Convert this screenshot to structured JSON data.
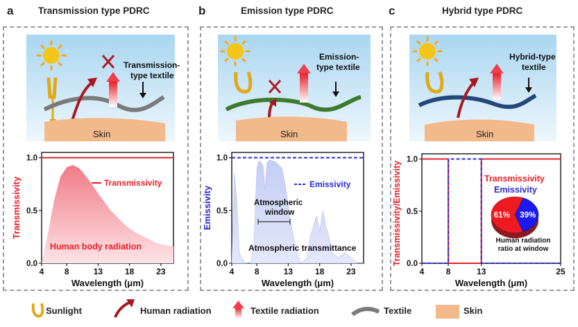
{
  "panels": [
    {
      "letter": "a",
      "title": "Transmission type PDRC",
      "textile_label_1": "Transmission-",
      "textile_label_2": "type textile",
      "skin_label": "Skin"
    },
    {
      "letter": "b",
      "title": "Emission type PDRC",
      "textile_label_1": "Emission-",
      "textile_label_2": "type textile",
      "skin_label": "Skin"
    },
    {
      "letter": "c",
      "title": "Hybrid type PDRC",
      "textile_label_1": "Hybrid-type",
      "textile_label_2": "textile",
      "skin_label": "Skin"
    }
  ],
  "colors": {
    "red": "#e8202a",
    "blue": "#2a2ad0",
    "skin": "#f2b98b",
    "sky": "#cfe6f7",
    "gray_textile": "#7a7a7a",
    "green_textile": "#3e7a2e",
    "blue_textile": "#24477a",
    "sun": "#f5c518"
  },
  "chart_data": [
    {
      "type": "area",
      "xlabel": "Wavelength (μm)",
      "ylabel": "Transmissivity",
      "xticks": [
        "4",
        "8",
        "13",
        "18",
        "23"
      ],
      "yticks": [
        "0.0",
        "0.5",
        "1.0"
      ],
      "xlim": [
        4,
        25
      ],
      "ylim": [
        0,
        1.05
      ],
      "series": [
        {
          "name": "Transmissivity",
          "x": [
            4,
            25
          ],
          "y": [
            1.0,
            1.0
          ]
        },
        {
          "name": "Human body radiation",
          "x": [
            4,
            5,
            6,
            7,
            8,
            9,
            10,
            11,
            12,
            13,
            14,
            15,
            16,
            17,
            18,
            19,
            20,
            21,
            22,
            23,
            24,
            25
          ],
          "y": [
            0.0,
            0.28,
            0.6,
            0.82,
            0.91,
            0.93,
            0.9,
            0.83,
            0.75,
            0.66,
            0.58,
            0.5,
            0.44,
            0.38,
            0.33,
            0.29,
            0.26,
            0.23,
            0.2,
            0.18,
            0.17,
            0.16
          ]
        }
      ]
    },
    {
      "type": "area",
      "xlabel": "Wavelength (μm)",
      "ylabel": "Emissivity",
      "xticks": [
        "4",
        "8",
        "13",
        "18",
        "23"
      ],
      "yticks": [
        "0.0",
        "0.5",
        "1.0"
      ],
      "xlim": [
        4,
        25
      ],
      "ylim": [
        0,
        1.05
      ],
      "series": [
        {
          "name": "Emissivity",
          "x": [
            4,
            25
          ],
          "y": [
            1.0,
            1.0
          ]
        },
        {
          "name": "Atmospheric transmittance",
          "x": [
            4,
            4.4,
            4.8,
            5.2,
            5.6,
            6,
            6.5,
            7,
            7.5,
            8,
            8.3,
            8.6,
            9,
            9.3,
            9.6,
            10,
            10.5,
            11,
            11.5,
            12,
            12.5,
            13,
            13.5,
            14,
            14.5,
            15,
            16,
            16.5,
            17,
            17.5,
            18,
            18.5,
            19,
            19.5,
            20,
            21,
            22,
            23,
            24,
            25
          ],
          "y": [
            0.0,
            0.85,
            0.6,
            0.1,
            0.05,
            0.02,
            0.0,
            0.0,
            0.15,
            0.9,
            0.97,
            0.96,
            0.92,
            0.7,
            0.95,
            0.98,
            0.97,
            0.96,
            0.93,
            0.9,
            0.75,
            0.55,
            0.35,
            0.2,
            0.08,
            0.0,
            0.05,
            0.25,
            0.35,
            0.45,
            0.3,
            0.5,
            0.35,
            0.25,
            0.1,
            0.05,
            0.1,
            0.05,
            0.0,
            0.0
          ]
        }
      ],
      "annotations": [
        "Atmospheric",
        "window"
      ]
    },
    {
      "type": "line",
      "xlabel": "Wavelength (μm)",
      "ylabel": "Transmissivity/Emissivity",
      "xticks": [
        "4",
        "8",
        "13",
        "25"
      ],
      "yticks": [
        "0.0",
        "0.5",
        "1.0"
      ],
      "xlim": [
        4,
        25
      ],
      "ylim": [
        0,
        1.05
      ],
      "series": [
        {
          "name": "Transmissivity",
          "x": [
            4,
            8,
            8,
            13,
            13,
            25
          ],
          "y": [
            1.0,
            1.0,
            0.0,
            0.0,
            1.0,
            1.0
          ]
        },
        {
          "name": "Emissivity",
          "x": [
            4,
            8,
            8,
            13,
            13,
            25
          ],
          "y": [
            0.0,
            0.0,
            1.0,
            1.0,
            0.0,
            0.0
          ]
        }
      ],
      "pie": {
        "values": [
          39,
          61
        ],
        "labels": [
          "39%",
          "61%"
        ],
        "caption_1": "Human radiation",
        "caption_2": "ratio at window"
      }
    }
  ],
  "legend": [
    {
      "label": "Sunlight"
    },
    {
      "label": "Human radiation"
    },
    {
      "label": "Textile radiation"
    },
    {
      "label": "Textile"
    },
    {
      "label": "Skin"
    }
  ]
}
